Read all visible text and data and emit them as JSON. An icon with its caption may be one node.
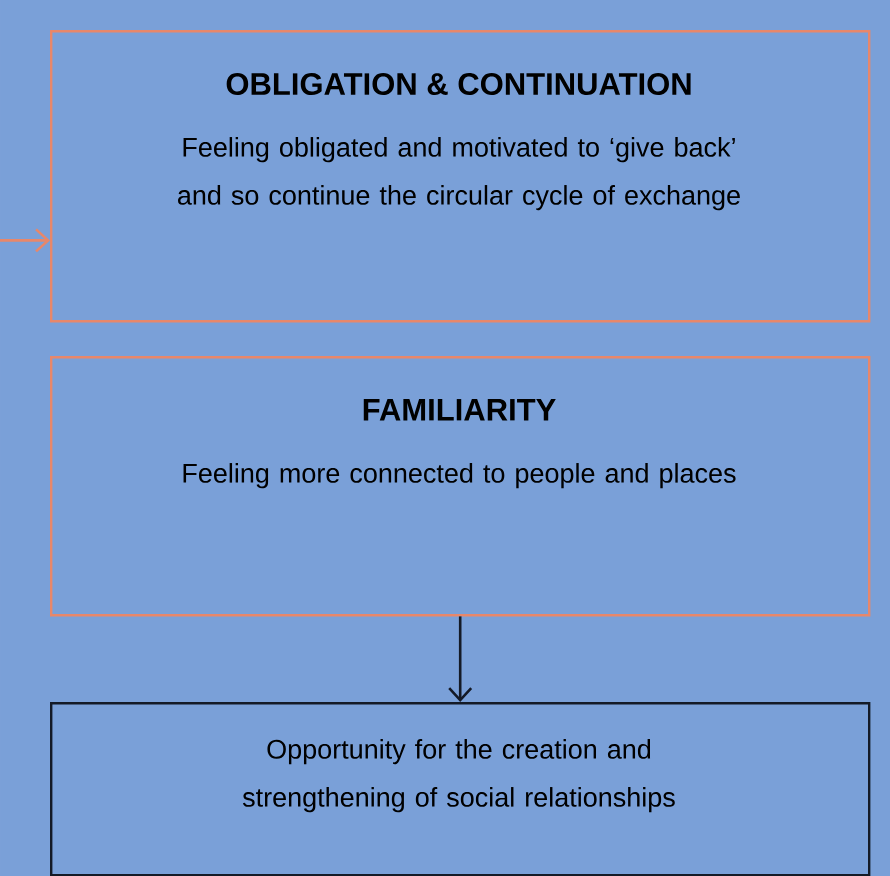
{
  "diagram": {
    "nodes": [
      {
        "text": [
          "OBLIGATION & CONTINUATION",
          "Feeling obligated and motivated to ‘give back’ and so continue the circular cycle of exchange"
        ]
      },
      {
        "text": [
          "FAMILIARITY",
          "Feeling more connected to people and places"
        ]
      },
      {
        "text": [
          "Opportunity for the creation and strengthening of social relationships"
        ]
      }
    ],
    "edges": [
      {
        "from": null,
        "to": 0,
        "arrow": "to",
        "color": "#e8876a"
      },
      {
        "from": 1,
        "to": 2,
        "arrow": "to",
        "color": "#141a26"
      }
    ]
  }
}
